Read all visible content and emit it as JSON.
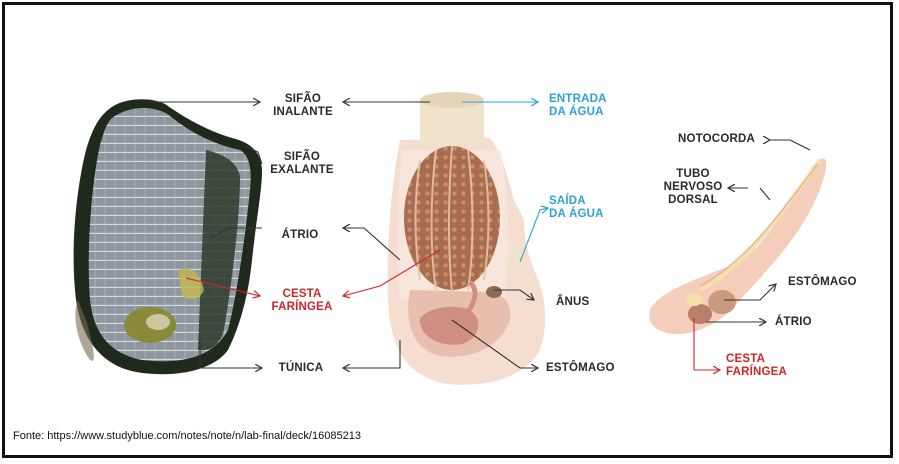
{
  "labels": {
    "sifao_inalante": [
      "SIFÃO",
      "INALANTE"
    ],
    "sifao_exalante": [
      "SIFÃO",
      "EXALANTE"
    ],
    "atrio": "ÁTRIO",
    "cesta_faringea": [
      "CESTA",
      "FARÍNGEA"
    ],
    "tunica": "TÚNICA",
    "entrada_agua": [
      "ENTRADA",
      "DA ÁGUA"
    ],
    "saida_agua": [
      "SAÍDA",
      "DA ÁGUA"
    ],
    "anus": "ÂNUS",
    "estomago": "ESTÔMAGO",
    "notocorda": "NOTOCORDA",
    "tubo_nervoso": [
      "TUBO",
      "NERVOSO",
      "DORSAL"
    ],
    "larva_estomago": "ESTÔMAGO",
    "larva_atrio": "ÁTRIO",
    "larva_cesta": [
      "CESTA",
      "FARÍNGEA"
    ]
  },
  "source": "Fonte: https://www.studyblue.com/notes/note/n/lab-final/deck/16085213",
  "colors": {
    "dark": "#2a2a2a",
    "blue": "#2aa3d4",
    "red": "#d2232a"
  }
}
